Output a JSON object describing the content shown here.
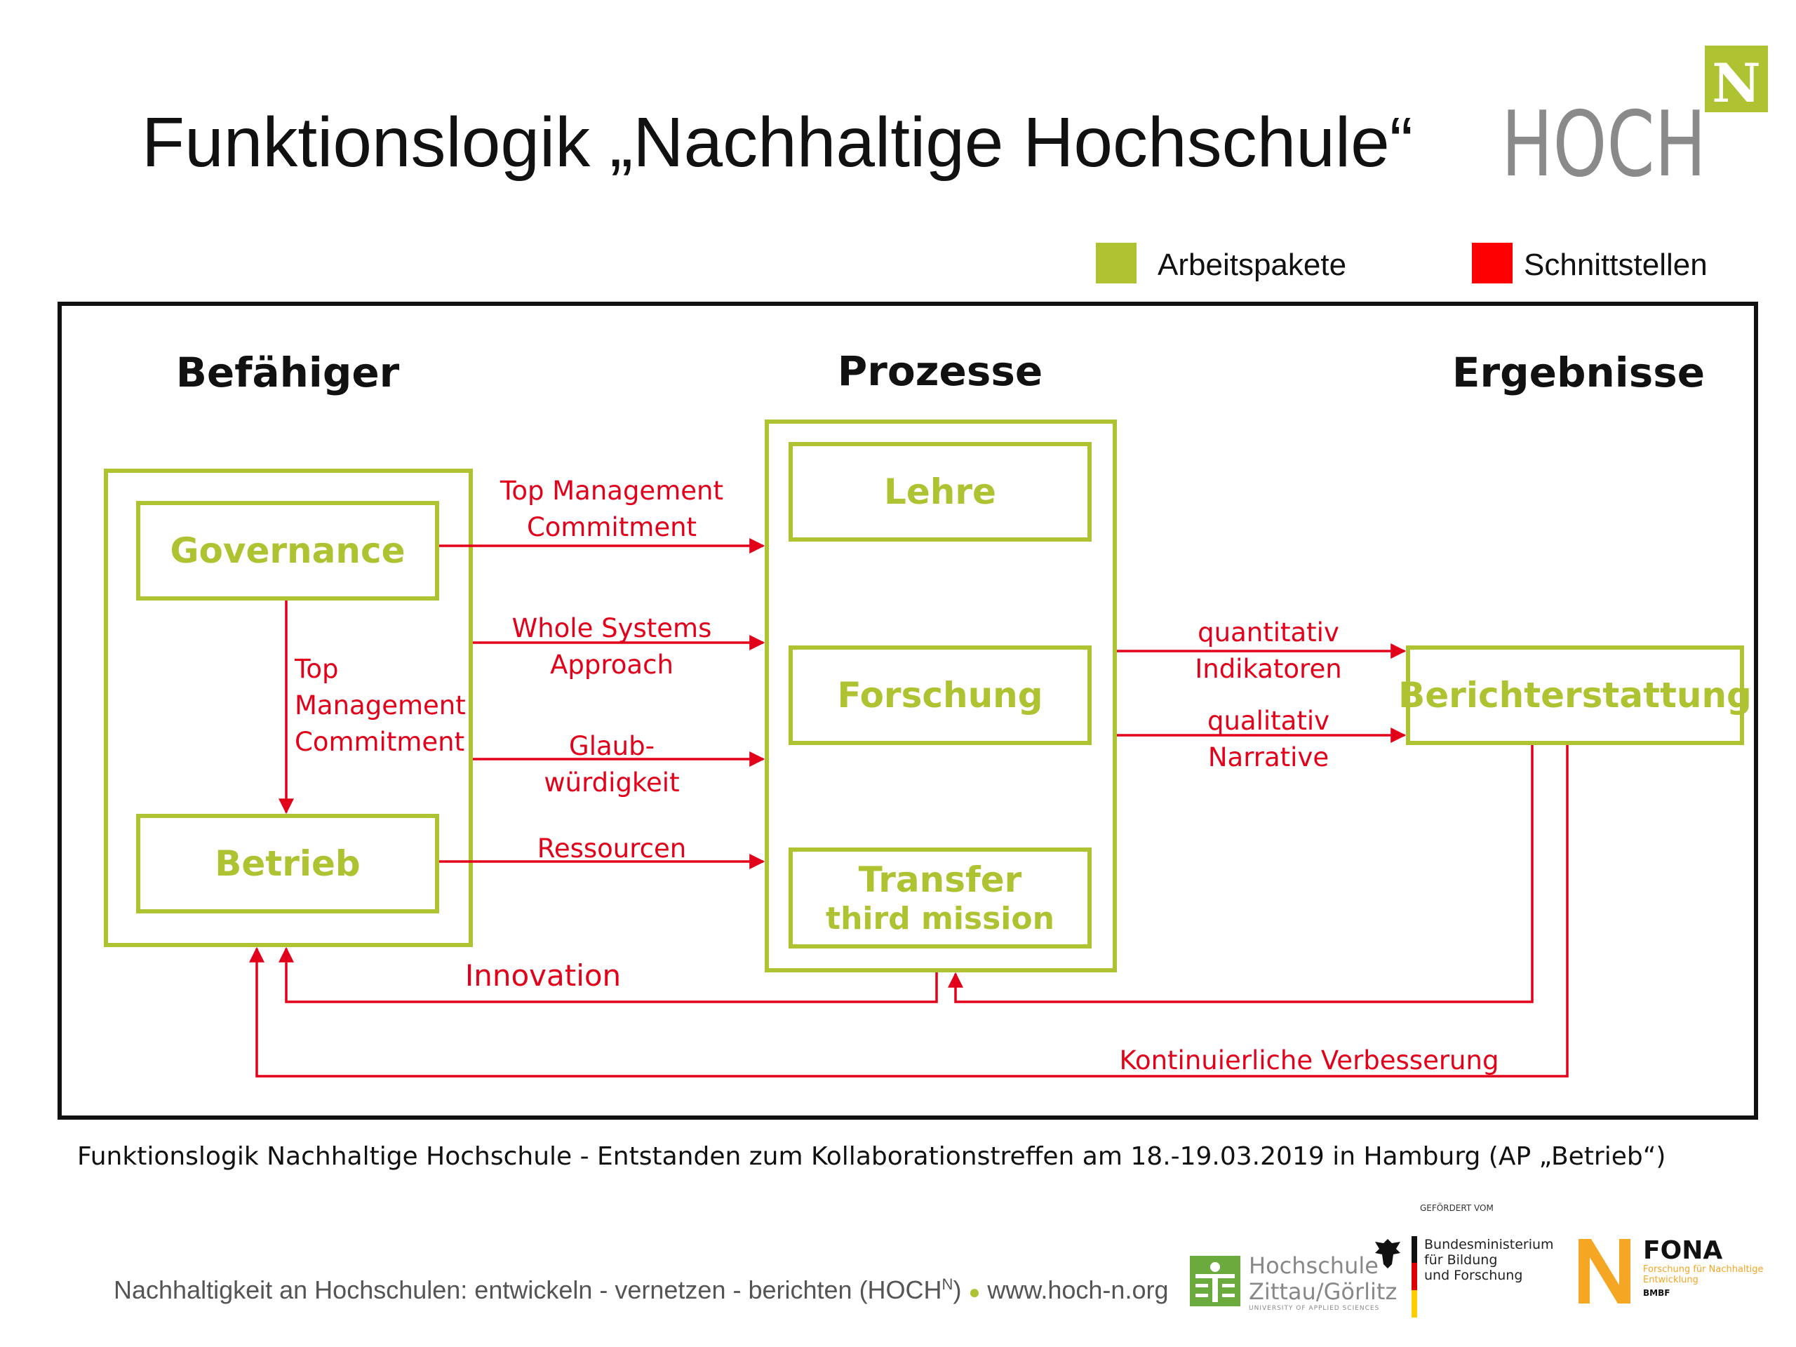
{
  "title": "Funktionslogik „Nachhaltige Hochschule“",
  "logo": {
    "main": "HOCH",
    "superscript": "N"
  },
  "legend": [
    {
      "label": "Arbeitspakete",
      "color": "#AFC232"
    },
    {
      "label": "Schnittstellen",
      "color": "#FF0000"
    }
  ],
  "columns": {
    "left": "Befähiger",
    "middle": "Prozesse",
    "right": "Ergebnisse"
  },
  "boxes": {
    "governance": "Governance",
    "betrieb": "Betrieb",
    "lehre": "Lehre",
    "forschung": "Forschung",
    "transfer": "Transfer",
    "transfer_sub": "third mission",
    "berichterstattung": "Berichterstattung"
  },
  "interfaces": {
    "tmc_right": [
      "Top Management",
      "Commitment"
    ],
    "tmc_down": [
      "Top",
      "Management",
      "Commitment"
    ],
    "wsa": [
      "Whole Systems",
      "Approach"
    ],
    "glaub": [
      "Glaub-",
      "würdigkeit"
    ],
    "ressourcen": "Ressourcen",
    "quant": [
      "quantitativ",
      "Indikatoren"
    ],
    "qual": [
      "qualitativ",
      "Narrative"
    ],
    "innovation": "Innovation",
    "kontinuierlich": "Kontinuierliche Verbesserung"
  },
  "colors": {
    "green": "#AFC232",
    "red": "#E2001A",
    "frame": "#111111"
  },
  "caption": "Funktionslogik Nachhaltige Hochschule - Entstanden zum Kollaborationstreffen am 18.-19.03.2019 in Hamburg (AP „Betrieb“)",
  "footer": {
    "text": "Nachhaltigkeit an Hochschulen: entwickeln - vernetzen - berichten (HOCH",
    "sup": "N",
    "close": ")",
    "url": "www.hoch-n.org"
  },
  "partners": {
    "hszg": {
      "line1": "Hochschule",
      "line2": "Zittau/Görlitz",
      "tag": "UNIVERSITY OF APPLIED SCIENCES"
    },
    "bmbf": {
      "gefoerdert": "GEFÖRDERT VOM",
      "line1": "Bundesministerium",
      "line2": "für Bildung",
      "line3": "und Forschung"
    },
    "fona": {
      "name": "FONA",
      "line1": "Forschung für Nachhaltige",
      "line2": "Entwicklung",
      "tag": "BMBF"
    }
  }
}
